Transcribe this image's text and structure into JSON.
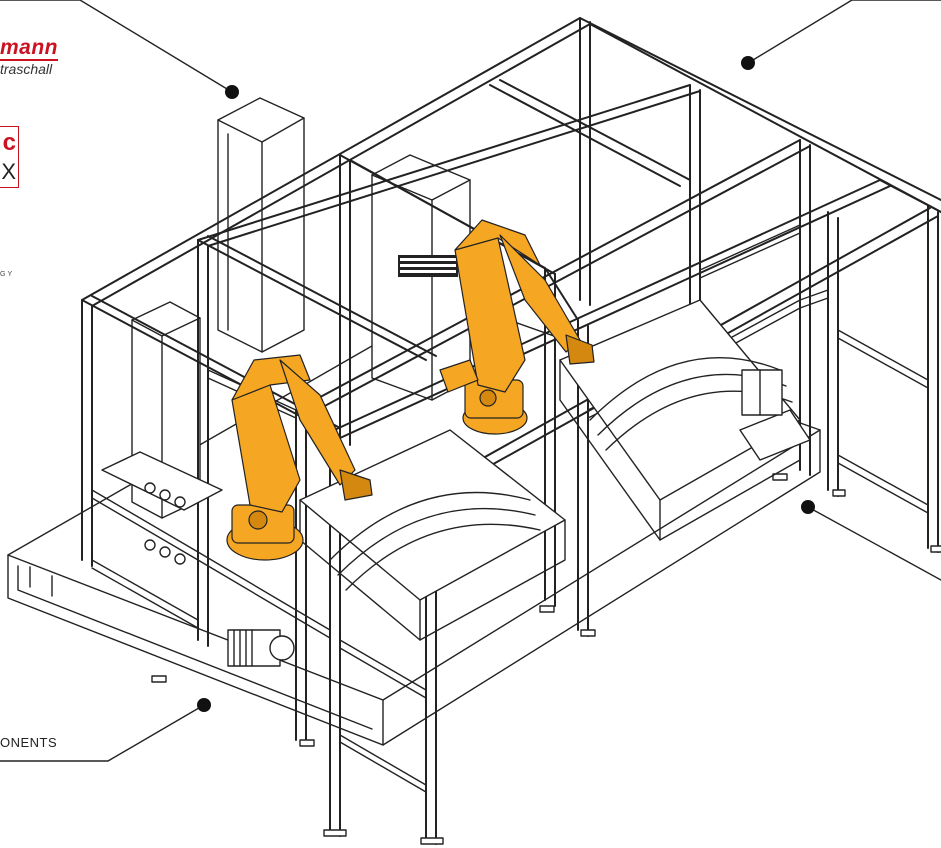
{
  "branding": {
    "company_name": "mann",
    "company_subtitle": "traschall",
    "logo2_top": "c",
    "logo2_bottom": "X",
    "tagline": "GY"
  },
  "callouts": {
    "components_label": "ONENTS"
  },
  "colors": {
    "line": "#222222",
    "robot": "#f5a623",
    "robot_dark": "#d4880f",
    "brand_red": "#cc1122"
  },
  "icons": [
    "callout-dot-icon",
    "robot-arm-icon"
  ]
}
